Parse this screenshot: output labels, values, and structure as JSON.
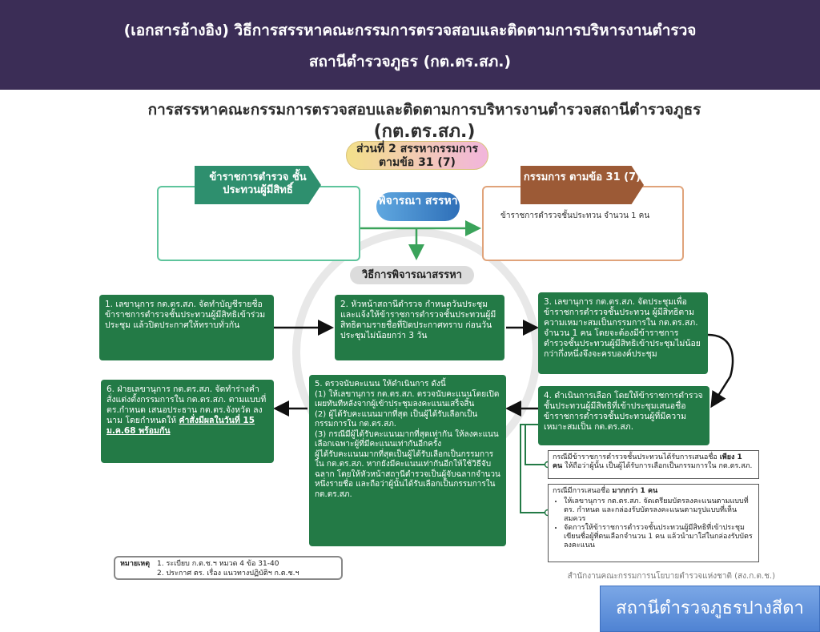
{
  "header": {
    "line1": "(เอกสารอ้างอิง)  วิธีการสรรหาคณะกรรมการตรวจสอบและติดตามการบริหารงานตำรวจ",
    "line2": "สถานีตำรวจภูธร (กต.ตร.สภ.)"
  },
  "diagram": {
    "title_line1": "การสรรหาคณะกรรมการตรวจสอบและติดตามการบริหารงานตำรวจสถานีตำรวจภูธร",
    "title_line2": "(กต.ตร.สภ.)",
    "part_label": "ส่วนที่ 2 สรรหากรรมการ ตามข้อ 31 (7)",
    "left_tag": "ข้าราชการตำรวจ ชั้นประทวนผู้มีสิทธิ์",
    "right_tag": "กรรมการ ตามข้อ 31 (7)",
    "right_note": "ข้าราชการตำรวจชั้นประทวน จำนวน 1 คน",
    "consider_label": "พิจารณา สรรหา",
    "method_label": "วิธีการพิจารณาสรรหา",
    "steps": {
      "s1": "1. เลขานุการ กต.ตร.สภ. จัดทำบัญชีรายชื่อข้าราชการตำรวจชั้นประทวนผู้มีสิทธิเข้าร่วมประชุม แล้วปิดประกาศให้ทราบทั่วกัน",
      "s2": "2. หัวหน้าสถานีตำรวจ กำหนดวันประชุม และแจ้งให้ข้าราชการตำรวจชั้นประทวนผู้มีสิทธิตามรายชื่อที่ปิดประกาศทราบ ก่อนวันประชุมไม่น้อยกว่า 3 วัน",
      "s3": "3. เลขานุการ กต.ตร.สภ. จัดประชุมเพื่อข้าราชการตำรวจชั้นประทวน ผู้มีสิทธิตามความเหมาะสมเป็นกรรมการใน กต.ตร.สภ. จำนวน 1 คน โดยจะต้องมีข้าราชการตำรวจชั้นประทวนผู้มีสิทธิเข้าประชุมไม่น้อยกว่ากึ่งหนึ่งจึงจะครบองค์ประชุม",
      "s4": "4. ดำเนินการเลือก โดยให้ข้าราชการตำรวจชั้นประทวนผู้มีสิทธิที่เข้าประชุมเสนอชื่อข้าราชการตำรวจชั้นประทวนผู้ที่มีความเหมาะสมเป็น กต.ตร.สภ.",
      "s5_title": "5. ตรวจนับคะแนน ให้ดำเนินการ ดังนี้",
      "s5_p1": "(1) ให้เลขานุการ กต.ตร.สภ. ตรวจนับคะแนนโดยเปิดเผยทันทีหลังจากผู้เข้าประชุมลงคะแนนเสร็จสิ้น",
      "s5_p2": "(2) ผู้ได้รับคะแนนมากที่สุด เป็นผู้ได้รับเลือกเป็นกรรมการใน กต.ตร.สภ.",
      "s5_p3": "(3) กรณีมีผู้ได้รับคะแนนมากที่สุดเท่ากัน ให้ลงคะแนนเลือกเฉพาะผู้ที่มีคะแนนเท่ากันอีกครั้ง",
      "s5_p4": "ผู้ได้รับคะแนนมากที่สุดเป็นผู้ได้รับเลือกเป็นกรรมการใน กต.ตร.สภ. หากยังมีคะแนนเท่ากันอีกให้ใช้วิธีจับฉลาก โดยให้หัวหน้าสถานีตำรวจเป็นผู้จับฉลากจำนวนหนึ่งรายชื่อ และถือว่าผู้นั้นได้รับเลือกเป็นกรรมการใน กต.ตร.สภ.",
      "s6_text": "6. ฝ่ายเลขานุการ กต.ตร.สภ. จัดทำร่างคำสั่งแต่งตั้งกรรมการใน กต.ตร.สภ. ตามแบบที่ ตร.กำหนด เสนอประธาน กต.ตร.จังหวัด ลงนาม โดยกำหนดให้",
      "s6_emph": "คำสั่งมีผลในวันที่ 15 ม.ค.68 พร้อมกัน"
    },
    "detail1": {
      "lead": "กรณีมีข้าราชการตำรวจชั้นประทวนได้รับการเสนอชื่อ",
      "emph": "เพียง 1 คน",
      "rest": "ให้ถือว่าผู้นั้น เป็นผู้ได้รับการเลือกเป็นกรรมการใน กต.ตร.สภ."
    },
    "detail2": {
      "lead": "กรณีมีการเสนอชื่อ",
      "emph": "มากกว่า 1 คน",
      "b1": "ให้เลขานุการ กต.ตร.สภ. จัดเตรียมบัตรลงคะแนนตามแบบที่ ตร. กำหนด และกล่องรับบัตรลงคะแนนตามรูปแบบที่เห็นสมควร",
      "b2": "จัดการให้ข้าราชการตำรวจชั้นประทวนผู้มีสิทธิที่เข้าประชุมเขียนชื่อผู้ที่ตนเลือกจำนวน 1 คน แล้วนำมาใส่ในกล่องรับบัตรลงคะแนน"
    },
    "remarks": {
      "label": "หมายเหตุ",
      "r1": "1. ระเบียบ ก.ต.ช.ฯ หมวด 4 ข้อ 31-40",
      "r2": "2. ประกาศ ตร. เรื่อง แนวทางปฏิบัติฯ ก.ต.ช.ฯ"
    },
    "source": "สำนักงานคณะกรรมการนโยบายตำรวจแห่งชาติ (สง.ก.ต.ช.)"
  },
  "footer_label": "สถานีตำรวจภูธรปางสีดา",
  "colors": {
    "header_bg": "#3b2d56",
    "step_green": "#237a46",
    "left_accent": "#5ec49c",
    "right_accent": "#e0a37a",
    "station_blue": "#5a8ed8"
  }
}
